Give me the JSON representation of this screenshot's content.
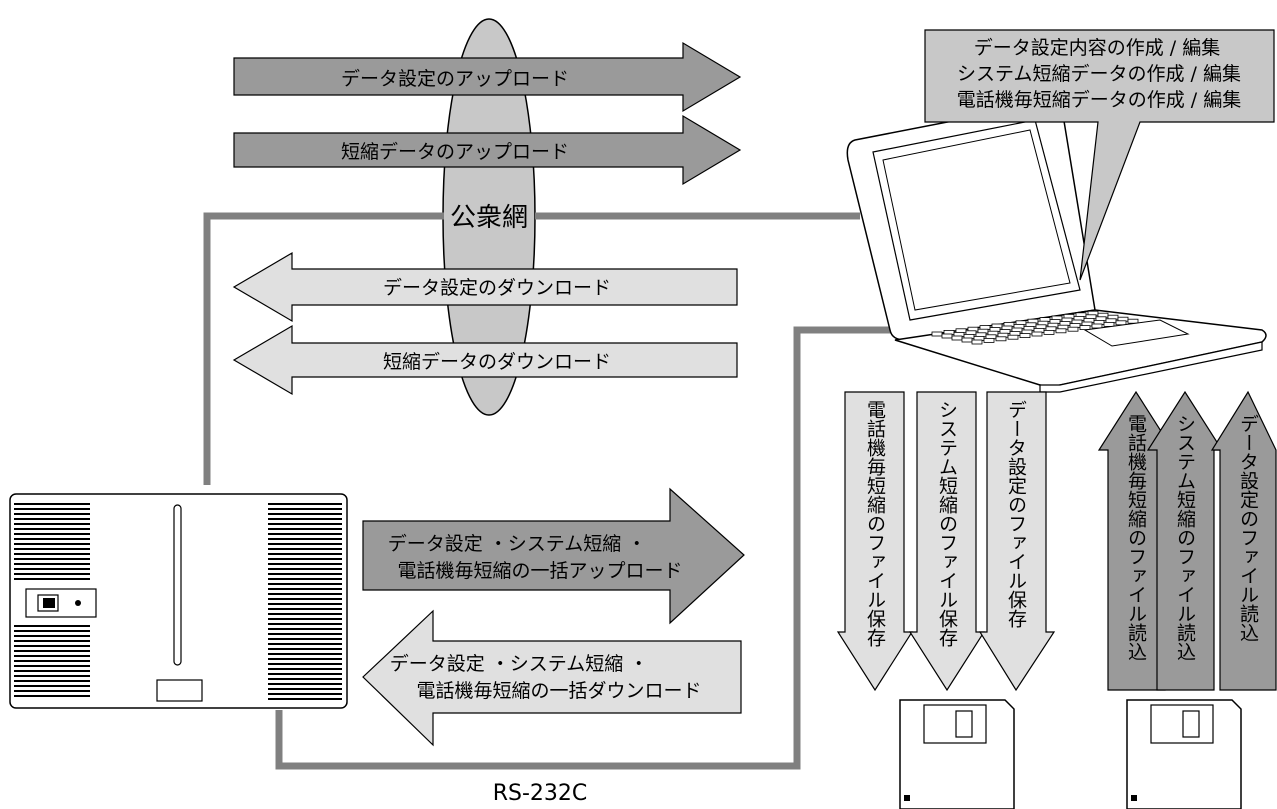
{
  "network_label": "公衆網",
  "serial_label": "RS-232C",
  "callout_lines": [
    "データ設定内容の作成 / 編集",
    "システム短縮データの作成 / 編集",
    "電話機毎短縮データの作成 / 編集"
  ],
  "upload_arrows": [
    "データ設定のアップロード",
    "短縮データのアップロード"
  ],
  "download_arrows": [
    "データ設定のダウンロード",
    "短縮データのダウンロード"
  ],
  "bulk_upload": [
    "データ設定 ・システム短縮 ・",
    "電話機毎短縮の一括アップロード"
  ],
  "bulk_download": [
    "データ設定 ・システム短縮 ・",
    "電話機毎短縮の一括ダウンロード"
  ],
  "save_arrows": [
    "電話機毎短縮のファイル保存",
    "システム短縮のファイル保存",
    "データ設定のファイル保存"
  ],
  "load_arrows": [
    "電話機毎短縮のファイル読込",
    "システム短縮のファイル読込",
    "データ設定のファイル読込"
  ],
  "colors": {
    "dark_arrow": "#9a9a9a",
    "light_arrow": "#e0e0e0",
    "ellipse": "#c8c8c8",
    "line": "#808080",
    "callout": "#c8c8c8"
  }
}
